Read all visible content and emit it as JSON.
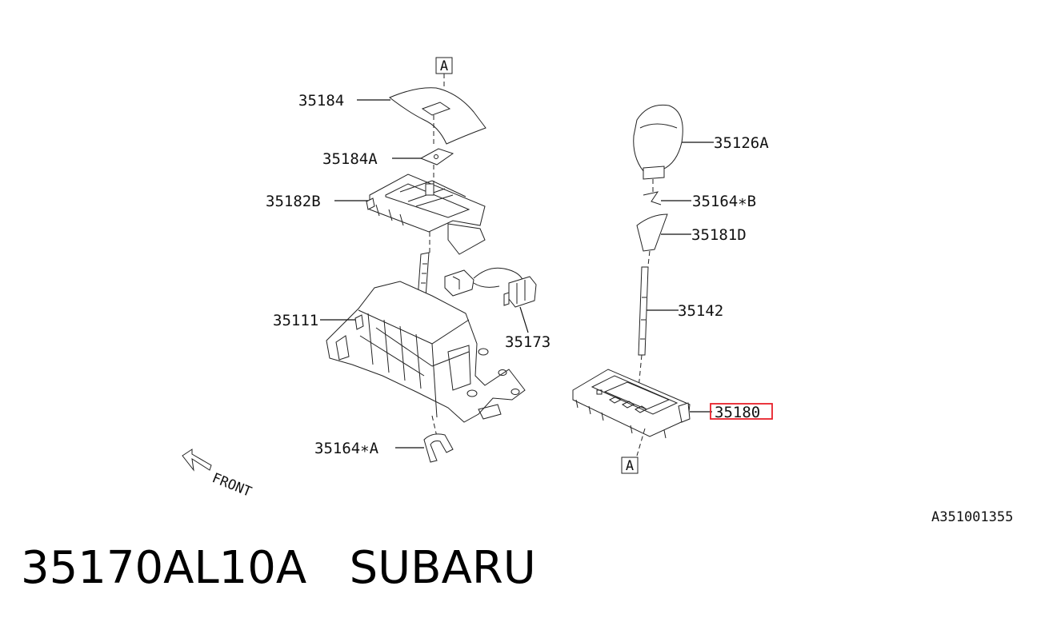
{
  "labels": {
    "p35184": "35184",
    "p35184A": "35184A",
    "p35182B": "35182B",
    "p35111": "35111",
    "p35173": "35173",
    "p35164A": "35164∗A",
    "p35126A": "35126A",
    "p35164B": "35164∗B",
    "p35181D": "35181D",
    "p35142": "35142",
    "p35180": "35180",
    "refA": "A",
    "front": "FRONT"
  },
  "ref_code": "A351001355",
  "title": "35170AL10A   SUBARU",
  "colors": {
    "highlight": "#e8202a",
    "line": "#111111"
  }
}
